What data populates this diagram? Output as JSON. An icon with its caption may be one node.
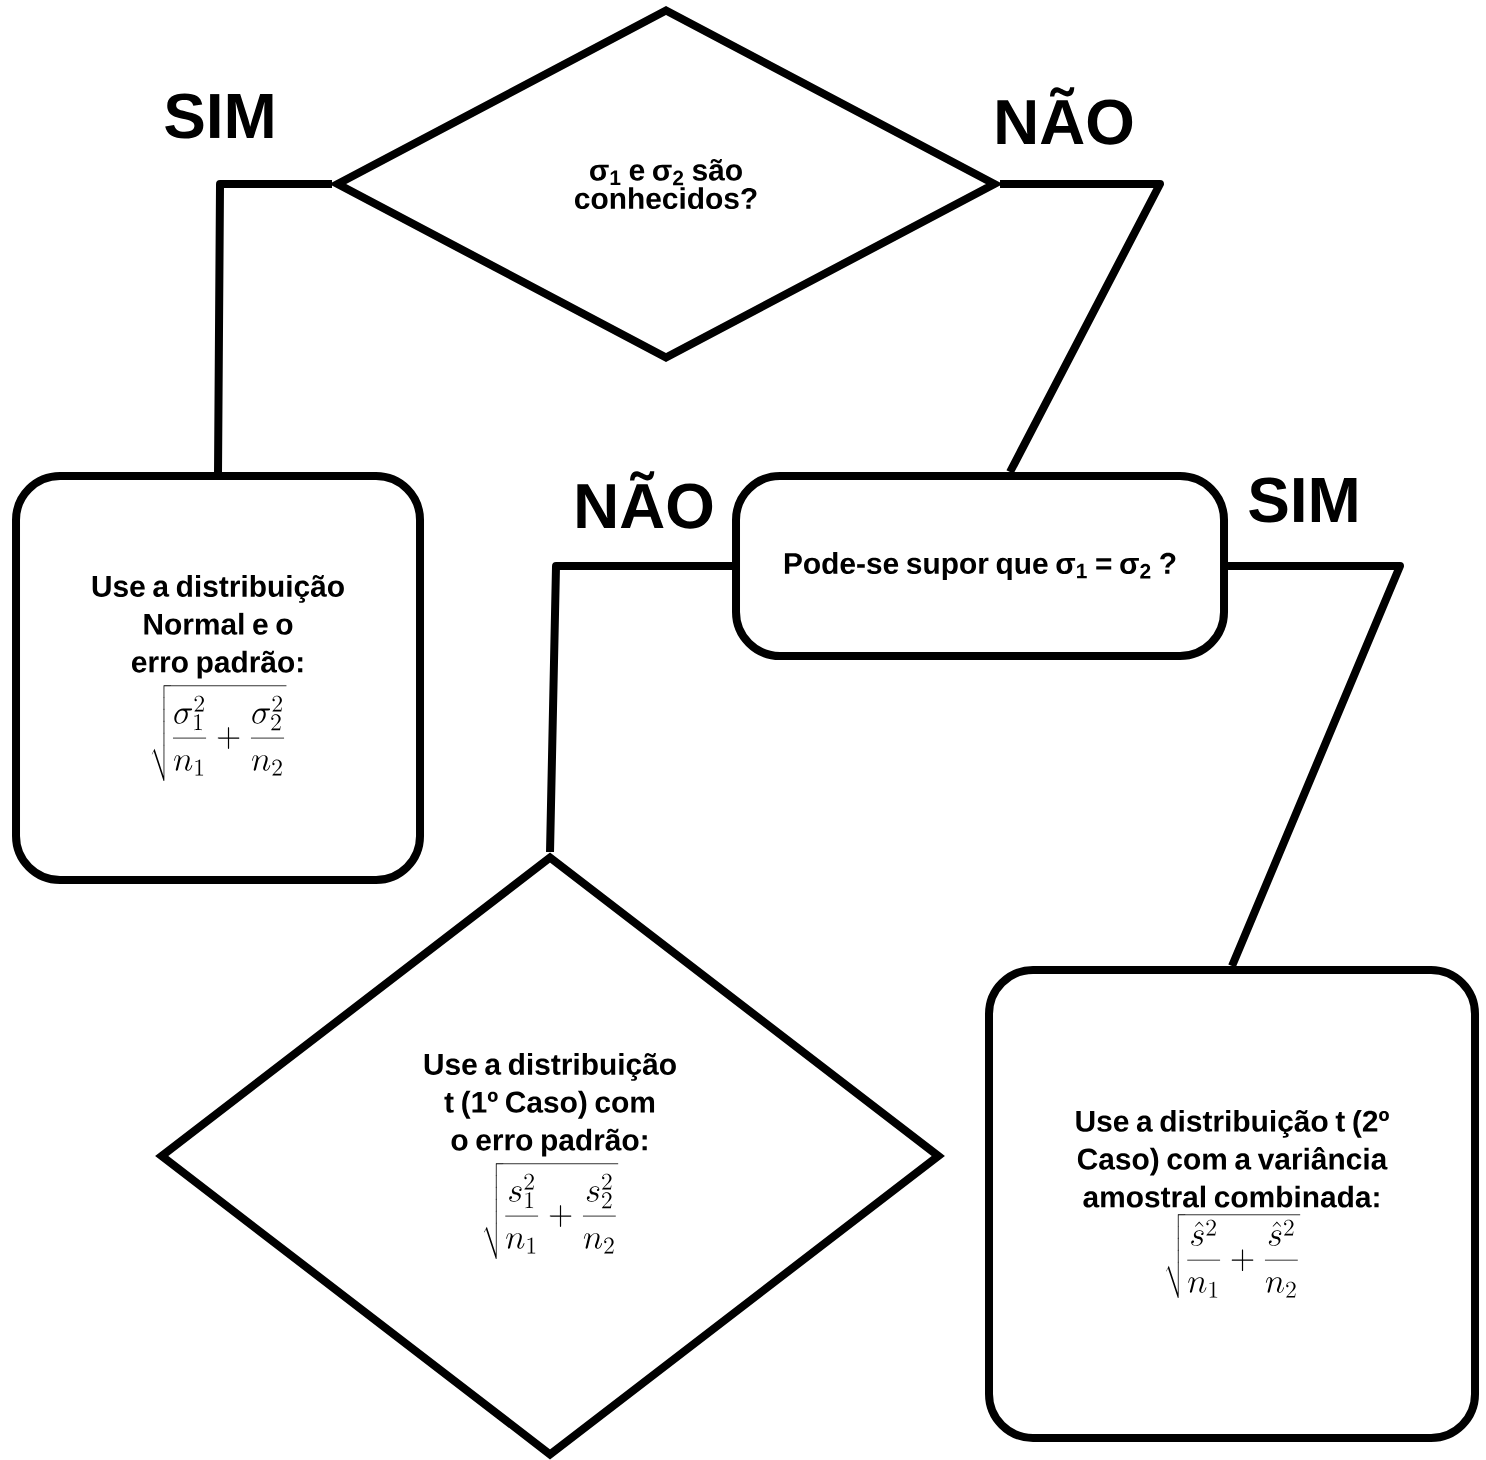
{
  "diagram": {
    "nodes": [
      {
        "text": [
          "σ$_{1}$ e σ$_{2}$ são conhecidos?"
        ]
      },
      {
        "text": [
          "Use a distribuição Normal e o erro padrão:",
          "\\sqrt{\\frac{\\sigma_1^2}{n_1}+\\frac{\\sigma_2^2}{n_2}}"
        ]
      },
      {
        "text": [
          "Pode-se supor que σ$_{1}$ = σ$_{2}$ ?"
        ]
      },
      {
        "text": [
          "Use a distribuição t (1º Caso) com o erro padrão:",
          "\\sqrt{\\frac{s_1^2}{n_1}+\\frac{s_2^2}{n_2}}"
        ]
      },
      {
        "text": [
          "Use a distribuição t (2º Caso) com a variância amostral combinada:",
          "\\sqrt{\\frac{\\hat{s}^2}{n_1}+\\frac{\\hat{s}^2}{n_2}}"
        ]
      }
    ],
    "edges": [
      {
        "from": 0,
        "to": 1,
        "arrow": "none",
        "label": "SIM"
      },
      {
        "from": 0,
        "to": 2,
        "arrow": "none",
        "label": "NÃO"
      },
      {
        "from": 2,
        "to": 3,
        "arrow": "none",
        "label": "NÃO"
      },
      {
        "from": 2,
        "to": 4,
        "arrow": "none",
        "label": "SIM"
      }
    ]
  }
}
